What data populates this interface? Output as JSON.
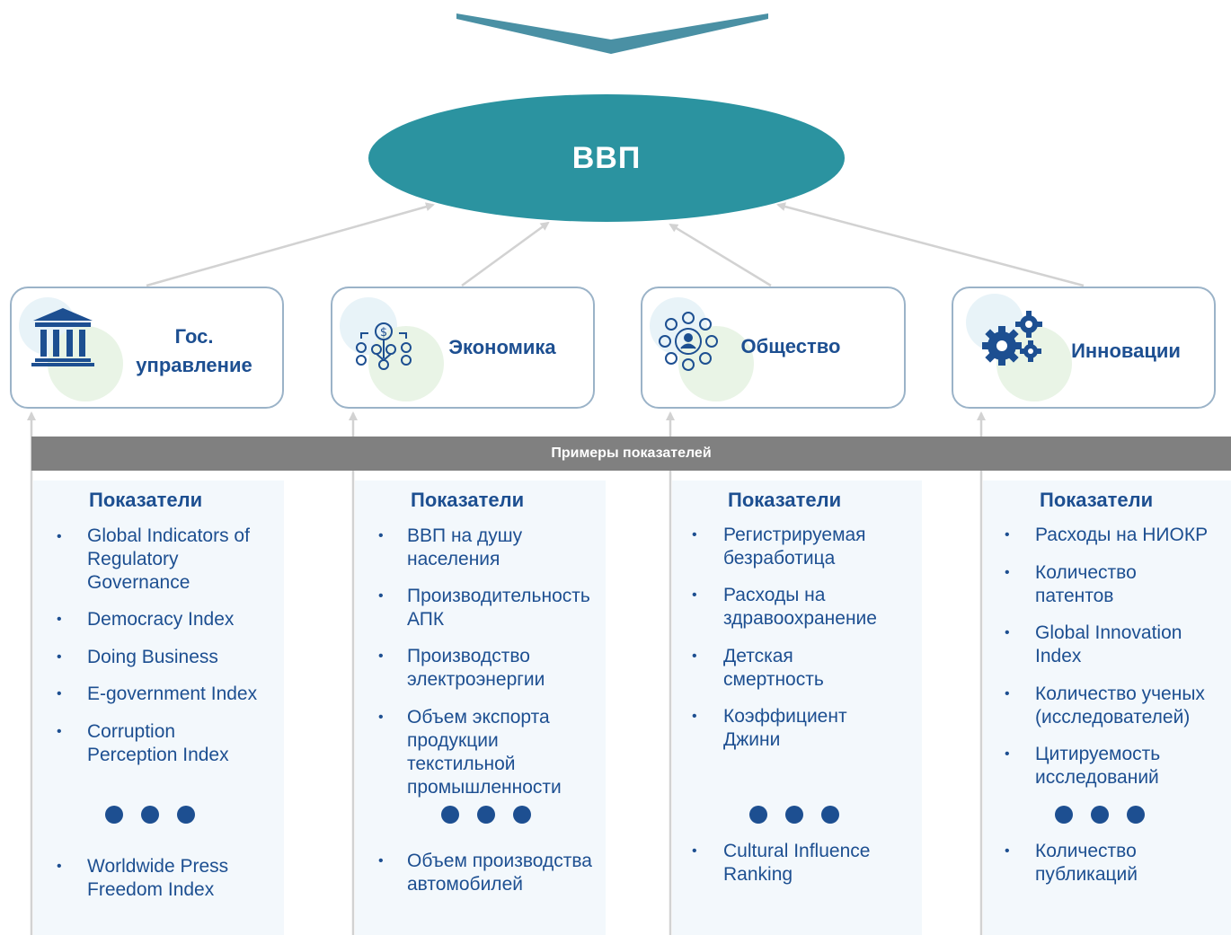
{
  "center": {
    "label": "ВВП"
  },
  "banner": {
    "label": "Примеры показателей"
  },
  "categories": [
    {
      "label": "Гос.\nуправление",
      "icon": "government-building-icon"
    },
    {
      "label": "Экономика",
      "icon": "money-network-icon"
    },
    {
      "label": "Общество",
      "icon": "society-people-icon"
    },
    {
      "label": "Инновации",
      "icon": "gears-icon"
    }
  ],
  "columns": [
    {
      "title": "Показатели",
      "items": [
        "Global Indicators of\nRegulatory\nGovernance",
        "Democracy Index",
        "Doing Business",
        "E-government Index",
        "Corruption\nPerception Index",
        "Worldwide Press\nFreedom Index"
      ]
    },
    {
      "title": "Показатели",
      "items": [
        "ВВП на душу\nнаселения",
        "Производительность\nАПК",
        "Производство\nэлектроэнергии",
        "Объем экспорта\nпродукции\nтекстильной\nпромышленности",
        "Объем производства\nавтомобилей"
      ]
    },
    {
      "title": "Показатели",
      "items": [
        "Регистрируемая\nбезработица",
        "Расходы на\nздравоохранение",
        "Детская\nсмертность",
        "Коэффициент\nДжини",
        "Cultural Influence\nRanking"
      ]
    },
    {
      "title": "Показатели",
      "items": [
        "Расходы на НИОКР",
        "Количество\nпатентов",
        "Global Innovation\nIndex",
        "Количество ученых\n(исследователей)",
        "Цитируемость\nисследований",
        "Количество\nпубликаций"
      ]
    }
  ],
  "colors": {
    "ellipse": "#2b93a0",
    "chevron": "#4a90a4",
    "text": "#1d4f91",
    "banner": "#808080",
    "box_border": "#9bb3c8"
  }
}
